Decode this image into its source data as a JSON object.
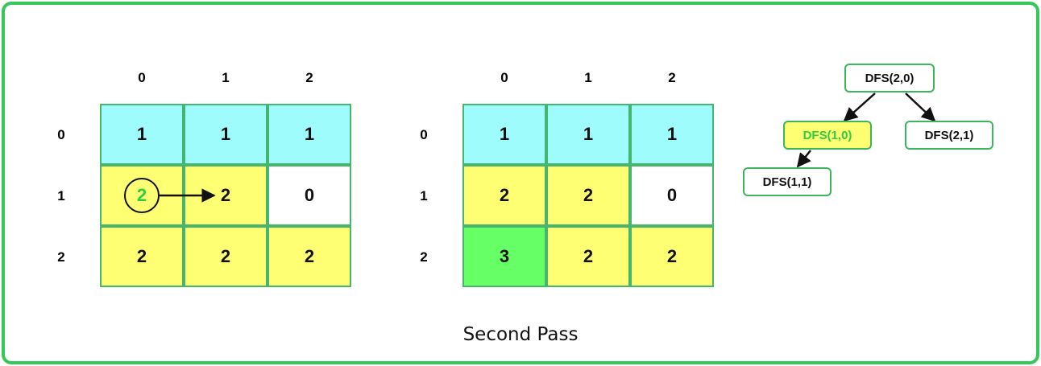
{
  "grids": [
    {
      "col_labels": [
        "0",
        "1",
        "2"
      ],
      "row_labels": [
        "0",
        "1",
        "2"
      ],
      "cells": [
        [
          {
            "value": "1",
            "color": "#9ffcfc"
          },
          {
            "value": "1",
            "color": "#9ffcfc"
          },
          {
            "value": "1",
            "color": "#9ffcfc"
          }
        ],
        [
          {
            "value": "2",
            "color": "#ffff73",
            "circled": true
          },
          {
            "value": "2",
            "color": "#ffff73"
          },
          {
            "value": "0",
            "color": "#ffffff"
          }
        ],
        [
          {
            "value": "2",
            "color": "#ffff73"
          },
          {
            "value": "2",
            "color": "#ffff73"
          },
          {
            "value": "2",
            "color": "#ffff73"
          }
        ]
      ]
    },
    {
      "col_labels": [
        "0",
        "1",
        "2"
      ],
      "row_labels": [
        "0",
        "1",
        "2"
      ],
      "cells": [
        [
          {
            "value": "1",
            "color": "#9ffcfc"
          },
          {
            "value": "1",
            "color": "#9ffcfc"
          },
          {
            "value": "1",
            "color": "#9ffcfc"
          }
        ],
        [
          {
            "value": "2",
            "color": "#ffff73"
          },
          {
            "value": "2",
            "color": "#ffff73"
          },
          {
            "value": "0",
            "color": "#ffffff"
          }
        ],
        [
          {
            "value": "3",
            "color": "#66ff66"
          },
          {
            "value": "2",
            "color": "#ffff73"
          },
          {
            "value": "2",
            "color": "#ffff73"
          }
        ]
      ]
    }
  ],
  "tree": {
    "root": "DFS(2,0)",
    "left_child": "DFS(1,0)",
    "right_child": "DFS(2,1)",
    "grandchild": "DFS(1,1)"
  },
  "caption": "Second Pass",
  "colors": {
    "border_green": "#34c759",
    "cell_border": "#46b56e",
    "cyan": "#9ffcfc",
    "yellow": "#ffff73",
    "bright_green": "#66ff66",
    "highlight_text": "#2ecc40"
  }
}
